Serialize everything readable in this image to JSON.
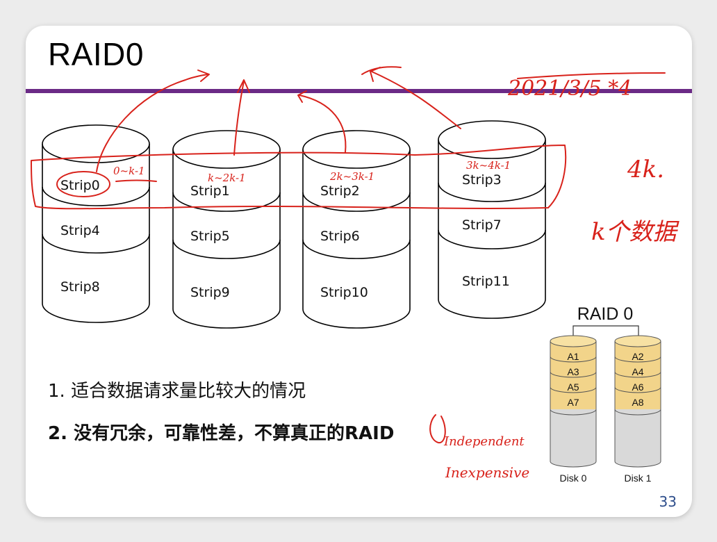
{
  "slide": {
    "title": "RAID0",
    "page_number": "33",
    "notes": [
      {
        "number": "1.",
        "text": "适合数据请求量比较大的情况"
      },
      {
        "number": "2.",
        "text": "没有冗余，可靠性差，不算真正的RAID"
      }
    ]
  },
  "disks": [
    {
      "strips": [
        "Strip0",
        "Strip4",
        "Strip8"
      ]
    },
    {
      "strips": [
        "Strip1",
        "Strip5",
        "Strip9"
      ]
    },
    {
      "strips": [
        "Strip2",
        "Strip6",
        "Strip10"
      ]
    },
    {
      "strips": [
        "Strip3",
        "Strip7",
        "Strip11"
      ]
    }
  ],
  "mini_diagram": {
    "title": "RAID 0",
    "disks": [
      {
        "label": "Disk 0",
        "blocks": [
          "A1",
          "A3",
          "A5",
          "A7"
        ]
      },
      {
        "label": "Disk 1",
        "blocks": [
          "A2",
          "A4",
          "A6",
          "A8"
        ]
      }
    ],
    "block_color": "#f2d48a",
    "empty_color": "#d9d9d9"
  },
  "colors": {
    "accent_rule": "#6b2a86",
    "annotation_ink": "#d8221b",
    "page_number": "#2c4c8a"
  },
  "annotations": {
    "date": "2021/3/5 *4",
    "size": "4k.",
    "ranges": [
      "0~k-1",
      "k~2k-1",
      "2k~3k-1",
      "3k~4k-1"
    ],
    "side_note": "k个数据",
    "raid_words": [
      "Independent",
      "Inexpensive"
    ]
  }
}
